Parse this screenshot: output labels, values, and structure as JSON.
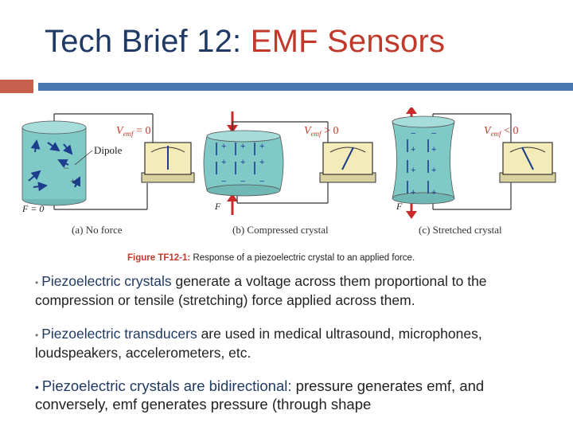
{
  "slide": {
    "title_prefix": "Tech Brief 12: ",
    "title_accent": "EMF Sensors"
  },
  "figure": {
    "caption_label": "Figure TF12-1:",
    "caption_text": " Response of a piezoelectric crystal to an applied force.",
    "panel_a": {
      "label": "(a)  No force",
      "vemf": "V",
      "vemf_sub": "emf",
      "vemf_rel": " = 0",
      "dipole_label": "Dipole",
      "force_label": "F = 0"
    },
    "panel_b": {
      "label": "(b)  Compressed crystal",
      "vemf": "V",
      "vemf_sub": "emf",
      "vemf_rel": " > 0",
      "force_label": "F"
    },
    "panel_c": {
      "label": "(c)  Stretched crystal",
      "vemf": "V",
      "vemf_sub": "emf",
      "vemf_rel": " < 0",
      "force_label": "F"
    },
    "colors": {
      "crystal": "#7fc9c6",
      "force_arrow": "#cc2a2a",
      "dipole": "#1e3c8c",
      "meter": "#f3ecb8",
      "caption_label": "#c0392b"
    }
  },
  "bullets": [
    {
      "highlight": "Piezoelectric crystals",
      "text": " generate a voltage across them proportional to the compression or tensile (stretching) force applied across them."
    },
    {
      "highlight": "Piezoelectric transducers",
      "text": " are used in medical ultrasound, microphones, loudspeakers, accelerometers, etc."
    },
    {
      "highlight": "Piezoelectric crystals are bidirectional:",
      "text": " pressure generates emf, and conversely, emf generates pressure (through shape"
    }
  ]
}
